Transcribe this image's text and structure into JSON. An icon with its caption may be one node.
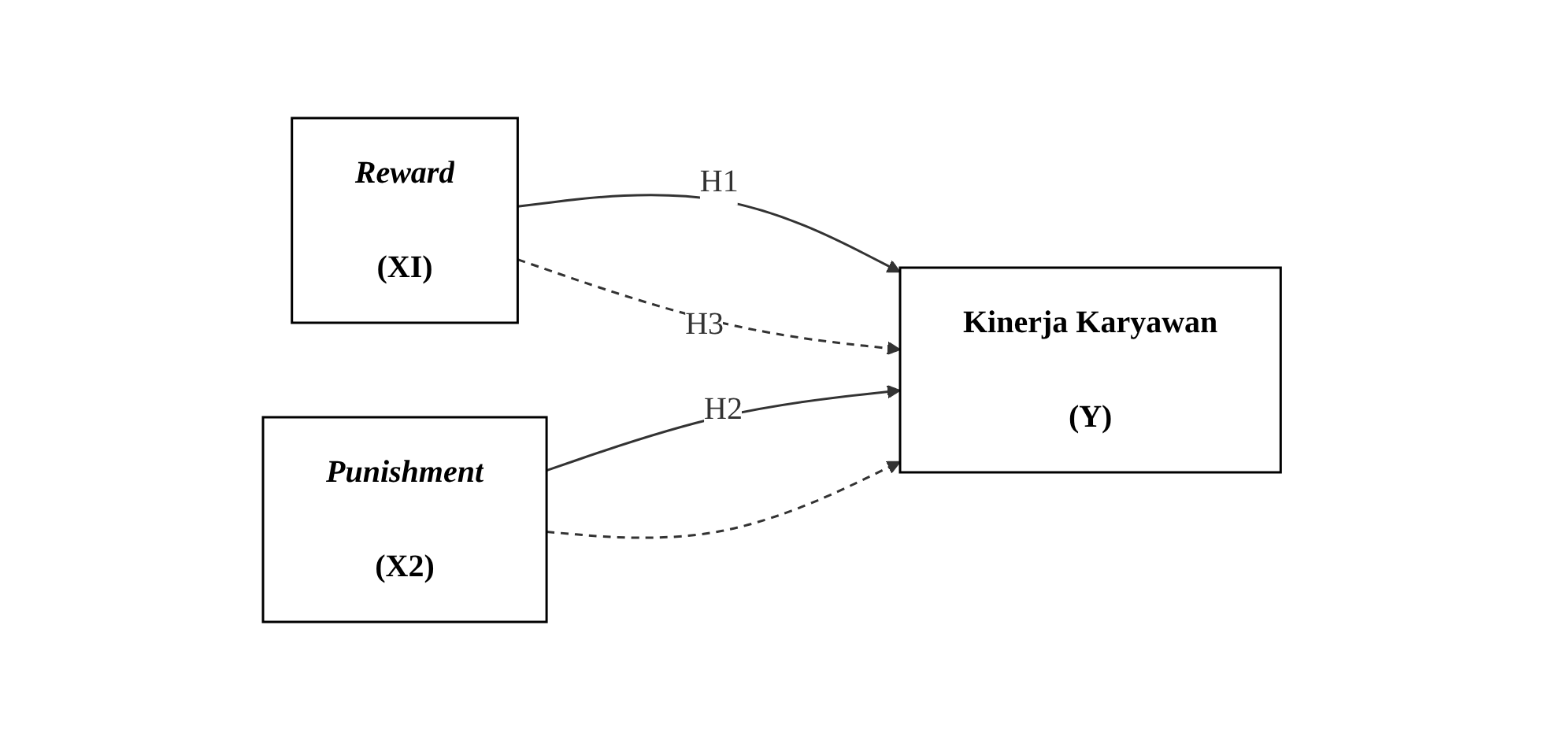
{
  "diagram": {
    "nodes": [
      {
        "text": [
          "Reward",
          "(XI)"
        ]
      },
      {
        "text": [
          "Punishment",
          "(X2)"
        ]
      },
      {
        "text": [
          "Kinerja Karyawan",
          "(Y)"
        ]
      }
    ],
    "edges": [
      {
        "from": 0,
        "to": 2,
        "arrow": "to",
        "label": "H1"
      },
      {
        "from": 1,
        "to": 2,
        "arrow": "to",
        "label": "H2"
      },
      {
        "from": 0,
        "to": 2,
        "arrow": "to",
        "label": "H3",
        "style": "dashed"
      },
      {
        "from": 1,
        "to": 2,
        "arrow": "to",
        "style": "dashed"
      }
    ]
  }
}
